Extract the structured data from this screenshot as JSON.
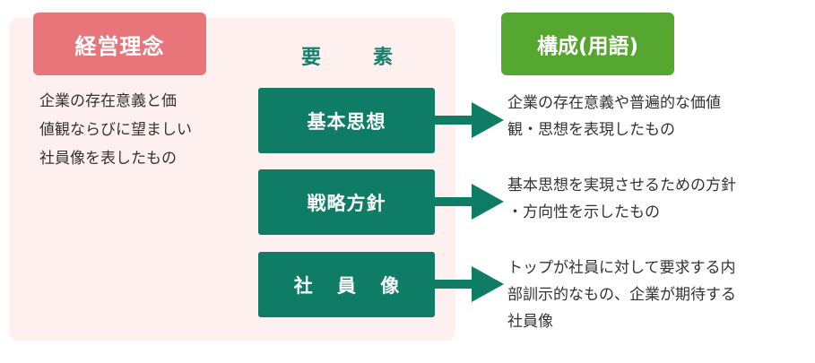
{
  "headers": {
    "left": "経営理念",
    "middle": "要　素",
    "right": "構成(用語)"
  },
  "left_description": [
    "企業の存在意義と価",
    "値観ならびに望ましい",
    "社員像を表したもの"
  ],
  "elements": [
    {
      "label": "基本思想",
      "description": [
        "企業の存在意義や普遍的な価値",
        "観・思想を表現したもの"
      ]
    },
    {
      "label": "戦略方針",
      "description": [
        "基本思想を実現させるための方針",
        "・方向性を示したもの"
      ]
    },
    {
      "label": "社 員 像",
      "description": [
        "トップが社員に対して要求する内",
        "部訓示的なもの、企業が期待する",
        "社員像"
      ]
    }
  ],
  "colors": {
    "panel_bg": "#fdf0ef",
    "header_left_bg": "#e8757a",
    "header_right_bg": "#56a72f",
    "element_bg": "#0f7d66",
    "label_text": "#1a7f6a"
  }
}
